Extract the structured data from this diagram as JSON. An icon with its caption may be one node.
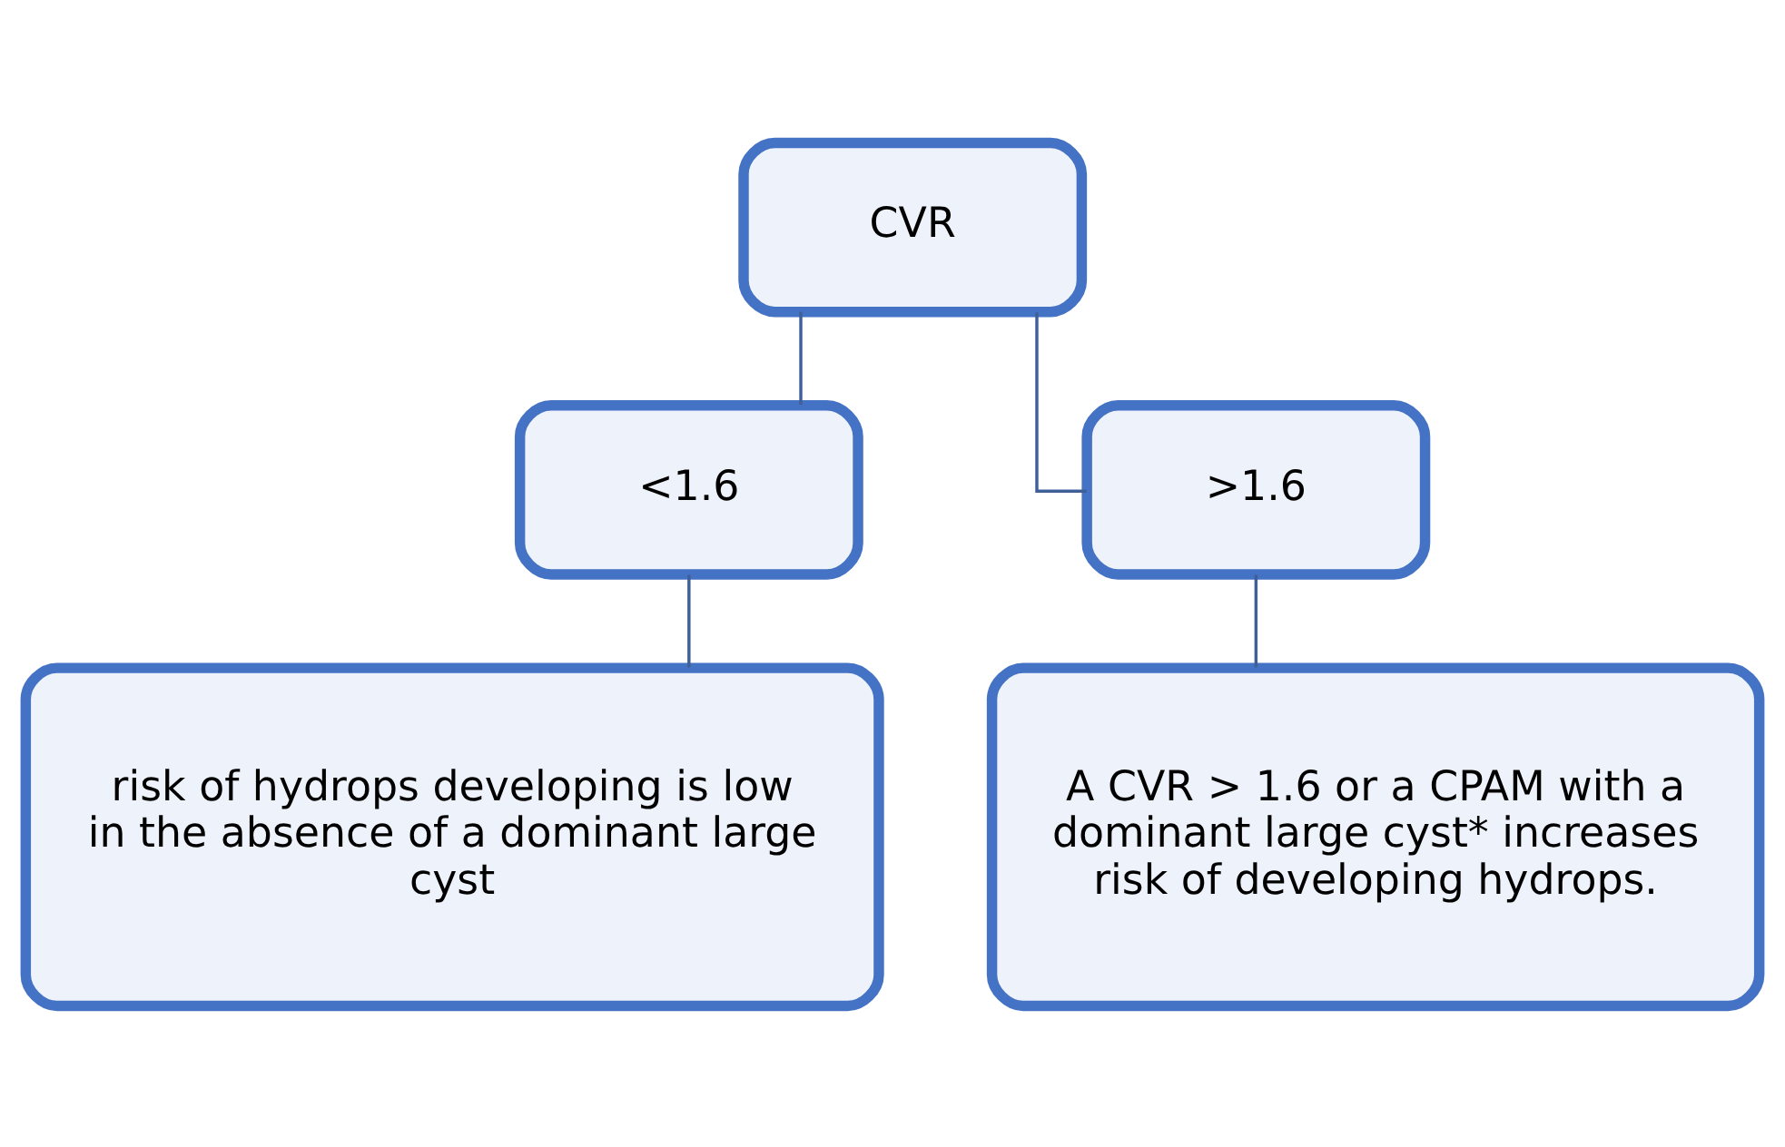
{
  "diagram": {
    "nodes": [
      {
        "text": [
          "CVR"
        ]
      },
      {
        "text": [
          "<1.6"
        ]
      },
      {
        "text": [
          ">1.6"
        ]
      },
      {
        "text": [
          "risk of hydrops developing is low in the absence of a dominant large cyst"
        ]
      },
      {
        "text": [
          "A CVR > 1.6 or a CPAM with a dominant large cyst* increases risk of developing hydrops."
        ]
      }
    ],
    "edges": [
      {
        "from": 0,
        "to": 1,
        "arrow": "none"
      },
      {
        "from": 0,
        "to": 2,
        "arrow": "none"
      },
      {
        "from": 1,
        "to": 3,
        "arrow": "none"
      },
      {
        "from": 2,
        "to": 4,
        "arrow": "none"
      }
    ]
  }
}
